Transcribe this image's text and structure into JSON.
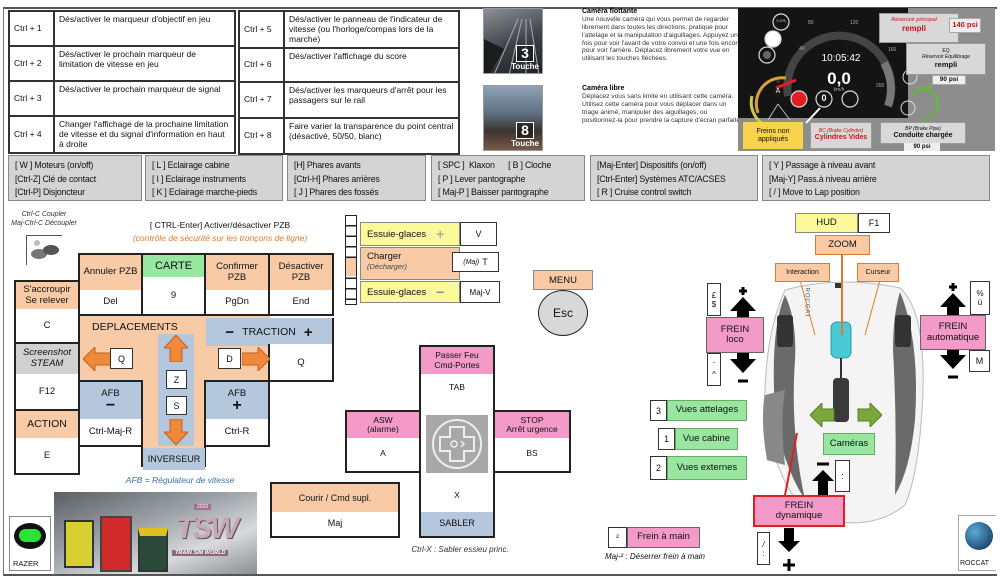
{
  "ctrl_shortcuts_left": [
    {
      "key": "Ctrl + 1",
      "desc": "Dés/activer le marqueur d'objectif en jeu"
    },
    {
      "key": "Ctrl + 2",
      "desc": "Dés/activer le prochain marqueur de limitation de vitesse en jeu"
    },
    {
      "key": "Ctrl + 3",
      "desc": "Dés/activer le prochain marqueur de signal"
    },
    {
      "key": "Ctrl + 4",
      "desc": "Changer l'affichage de la prochaine limitation de vitesse et du signal d'information en haut à droite"
    }
  ],
  "ctrl_shortcuts_right": [
    {
      "key": "Ctrl + 5",
      "desc": "Dés/activer le panneau de l'indicateur de vitesse (ou l'horloge/compas lors de la marche)"
    },
    {
      "key": "Ctrl + 6",
      "desc": "Dés/activer l'affichage du score"
    },
    {
      "key": "Ctrl + 7",
      "desc": "Dés/activer les marqueurs d'arrêt pour les passagers sur le rail"
    },
    {
      "key": "Ctrl + 8",
      "desc": "Faire varier la transparence du point central (désactivé, 50/50, blanc)"
    }
  ],
  "cameras": [
    {
      "key": "3",
      "badge": "Touche",
      "title": "Caméra flottante",
      "desc": "Une nouvelle caméra qui vous permet de regarder librement dans toutes les directions, pratique pour l'attelage et la manipulation d'aiguillages. Appuyez une fois pour voir l'avant de votre convoi et une fois encore pour voir l'arrière. Déplacez librement votre vue en utilisant les touches fléchées."
    },
    {
      "key": "8",
      "badge": "Touche",
      "title": "Caméra libre",
      "desc": "Déplacez vous sans limite en utilisant cette caméra. Utilisez cette caméra pour vous déplacer dans un triage animé, manipuler des aiguillages, ou positionnez-la pour prendre la capture d'écran parfaite."
    }
  ],
  "hud": {
    "clock": "10:05:42",
    "speed": "0,0",
    "unit": "km/h",
    "ticks": [
      "40",
      "80",
      "120",
      "160",
      "200"
    ],
    "ammeter": "A",
    "ammeter_value": "0",
    "grade": "0.2%",
    "counter": "0",
    "main_reservoir": {
      "label": "Réservoir principal",
      "state": "rempli",
      "value": "140 psi"
    },
    "eq": {
      "label": "EQ",
      "sublabel": "Réservoir Equilibrage",
      "state": "rempli",
      "value": "90 psi"
    },
    "brakes": "Freins non appliqués",
    "bc": {
      "label": "BC (Brake Cylinder)",
      "state": "Cylindres Vides"
    },
    "bp": {
      "label": "BP (Brake Pipe)",
      "state": "Conduite chargée",
      "value": "90 psi"
    },
    "colors": {
      "bg": "#151515",
      "red": "#e02020",
      "yellow": "#f7d24a"
    }
  },
  "key_groups": [
    [
      "[ W ] Moteurs (on/off)",
      "[Ctrl-Z] Clé de contact",
      "[Ctrl-P] Disjoncteur"
    ],
    [
      "[ L ] Eclairage cabine",
      "[ I ] Eclairage instruments",
      "[ K ] Eclairage marche-pieds"
    ],
    [
      "[H]  Phares avants",
      "[Ctrl-H] Phares arrières",
      "[ J ]  Phares des fossés"
    ],
    [
      "[ SPC ]  Klaxon      [ B ] Cloche",
      "[ P ] Lever pantographe",
      "[ Maj-P ] Baisser pantographe"
    ],
    [
      "[Maj-Enter] Dispositifs (on/off)",
      "[Ctrl-Enter] Systèmes ATC/ACSES",
      "[ R ] Cruise control switch"
    ],
    [
      "[ Y ] Passage à niveau avant",
      "[Maj-Y] Pass.à niveau arrière",
      "[ / ] Move to Lap position"
    ]
  ],
  "coupler": {
    "line1": "Ctrl-C Coupler",
    "line2": "Maj-Ctrl-C  Découpler"
  },
  "pzb": {
    "line": "[ CTRL-Enter]   Activer/désactiver PZB",
    "note": "(contrôle de sécurité sur les tronçons de ligne)"
  },
  "grid": {
    "annuler": {
      "label": "Annuler PZB",
      "key": "Del"
    },
    "carte": {
      "label": "CARTE",
      "key": "9"
    },
    "confirmer": {
      "label": "Confirmer PZB",
      "key": "PgDn"
    },
    "desactiver": {
      "label": "Désactiver PZB",
      "key": "End"
    },
    "accroupir": {
      "label1": "S'accroupir",
      "label2": "Se relever",
      "key": "C"
    },
    "screenshot": {
      "label1": "Screenshot",
      "label2": "STEAM",
      "key": "F12"
    },
    "action": {
      "label": "ACTION",
      "key": "E"
    },
    "deplacements": "DEPLACEMENTS",
    "left_key": "Q",
    "right_key": "D",
    "up_key": "Z",
    "down_key": "S",
    "traction": {
      "label": "TRACTION",
      "minus": "−",
      "plus": "+",
      "key": "Q"
    },
    "afb_minus": {
      "label": "AFB",
      "sign": "−",
      "key": "Ctrl-Maj-R"
    },
    "afb_plus": {
      "label": "AFB",
      "sign": "+",
      "key": "Ctrl-R"
    },
    "inverseur": "INVERSEUR",
    "afb_note": "AFB = Régulateur de vitesse"
  },
  "wipers": {
    "plus": {
      "label": "Essuie-glaces",
      "key": "V"
    },
    "charger": {
      "label": "Charger",
      "sub": "(Décharger)",
      "mod": "(Maj)",
      "key": "T"
    },
    "minus": {
      "label": "Essuie-glaces",
      "key": "Maj-V"
    }
  },
  "menu": {
    "label": "MENU",
    "key": "Esc"
  },
  "cross": {
    "top": {
      "label1": "Passer Feu",
      "label2": "Cmd-Portes",
      "key": "TAB"
    },
    "left": {
      "label1": "ASW",
      "label2": "(alarme)",
      "key": "A"
    },
    "right": {
      "label1": "STOP",
      "label2": "Arrêt urgence",
      "key": "BS"
    },
    "bottom": {
      "label": "SABLER",
      "key": "X"
    },
    "note": "Ctrl-X : Sabler essieu princ."
  },
  "courir": {
    "label": "Courir / Cmd supl.",
    "key": "Maj"
  },
  "logos": {
    "tsw_year": "2020",
    "tsw": "TSW",
    "tsw_sub": "TRAIN SIM WORLD",
    "razer": "RAZER",
    "roccat": "ROCCAT",
    "mouse_brand": "ROCCAT"
  },
  "mouse": {
    "hud": {
      "label": "HUD",
      "key": "F1"
    },
    "zoom": "ZOOM",
    "interaction": "Interaction",
    "curseur": "Curseur",
    "frein_loco": {
      "label1": "FREIN",
      "label2": "loco",
      "key_up1": "£",
      "key_up2": "$",
      "key_down1": "¨",
      "key_down2": "^"
    },
    "frein_auto": {
      "label1": "FREIN",
      "label2": "automatique",
      "key_up1": "%",
      "key_up2": "ù",
      "key_down": "M"
    },
    "views": [
      {
        "key": "3",
        "label": "Vues attelages"
      },
      {
        "key": "1",
        "label": "Vue cabine"
      },
      {
        "key": "2",
        "label": "Vues externes"
      }
    ],
    "cameras": "Caméras",
    "frein_dyn": {
      "label1": "FREIN",
      "label2": "dynamique",
      "key_minus": ":",
      "key_plus1": "/",
      "key_plus2": ":"
    },
    "frein_main": {
      "key": "²",
      "label": "Frein à main",
      "note": "Maj-² : Déserrer frein à main"
    }
  }
}
